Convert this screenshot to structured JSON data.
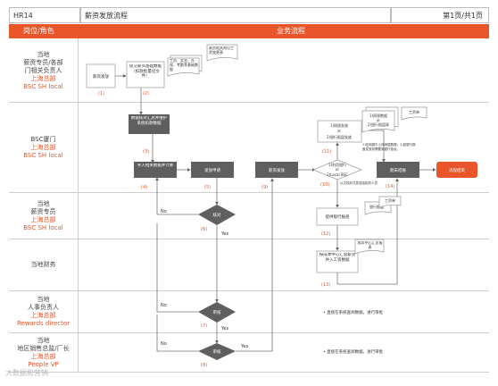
{
  "header": {
    "code": "HR14",
    "title": "薪资发放流程",
    "page": "第1页/共1页"
  },
  "band": {
    "role_col": "岗位/角色",
    "flow_col": "业务流程"
  },
  "lanes": [
    {
      "lines": [
        "当地",
        "薪资专员/各部",
        "门相关负责人"
      ],
      "red": [
        "上海总部",
        "BSC SH local"
      ]
    },
    {
      "lines": [
        "BSC厦门"
      ],
      "red": [
        "上海总部",
        "BSC SH local"
      ]
    },
    {
      "lines": [
        "当地",
        "薪资专员"
      ],
      "red": [
        "上海总部",
        "BSC SH local"
      ]
    },
    {
      "lines": [
        "当地财务"
      ],
      "red": []
    },
    {
      "lines": [
        "当地",
        "人事负责人"
      ],
      "red": [
        "上海总部",
        "Rewards director"
      ]
    },
    {
      "lines": [
        "当地",
        "地区销售总监/厂长"
      ],
      "red": [
        "上海总部",
        "People VP"
      ]
    }
  ],
  "nodes": {
    "n1": "薪资发放",
    "n2": "提交薪资基础数据（扣款批量化文件）",
    "doc1": "工资、奖金、社保、考勤等基础数据",
    "doc2": "薪资相关岗位工资变更表",
    "n3": "数据核对汇总并维护系统扣款数据",
    "n4": "导入相关数据并计算",
    "n5": "发放申请",
    "n9": "薪资发放",
    "n14": "期末结账",
    "end": "流程结束",
    "d10_a": "1)利用银行",
    "d10_b": "or",
    "d10_c": "2)Local BSC",
    "n11_a": "1)网银发放",
    "n11_b": "or",
    "n11_c": "2)银行报盘发放",
    "doc3_a": "1)网银数据",
    "doc3_b": "or",
    "doc3_c": "2)银行报盘表",
    "doc4": "工资单",
    "n12": "提供银行报盘",
    "doc5": "银行报盘",
    "doc6": "工资单",
    "n13": "按成本中心汇总薪资并入工资数据",
    "doc7": "成本中心汇总报表",
    "d6": "核对",
    "d7": "审核",
    "d8": "审核",
    "yes": "Yes",
    "no": "No",
    "num": [
      "(1)",
      "(2)",
      "(3)",
      "(4)",
      "(5)",
      "(6)",
      "(7)",
      "(8)",
      "(9)",
      "(10)",
      "(11)",
      "(12)",
      "(13)",
      "(14)"
    ],
    "note10": "1)在网银中上传网银数据；2)如银行报盘发放则需要到银行柜台。",
    "note10b": "以文档形式发送给相关人员",
    "note_hr": "• 直接在系统查阅数据，进行审批",
    "note_vp": "• 直接在系统查阅数据，进行审批"
  },
  "watermark": "大数据和营销"
}
